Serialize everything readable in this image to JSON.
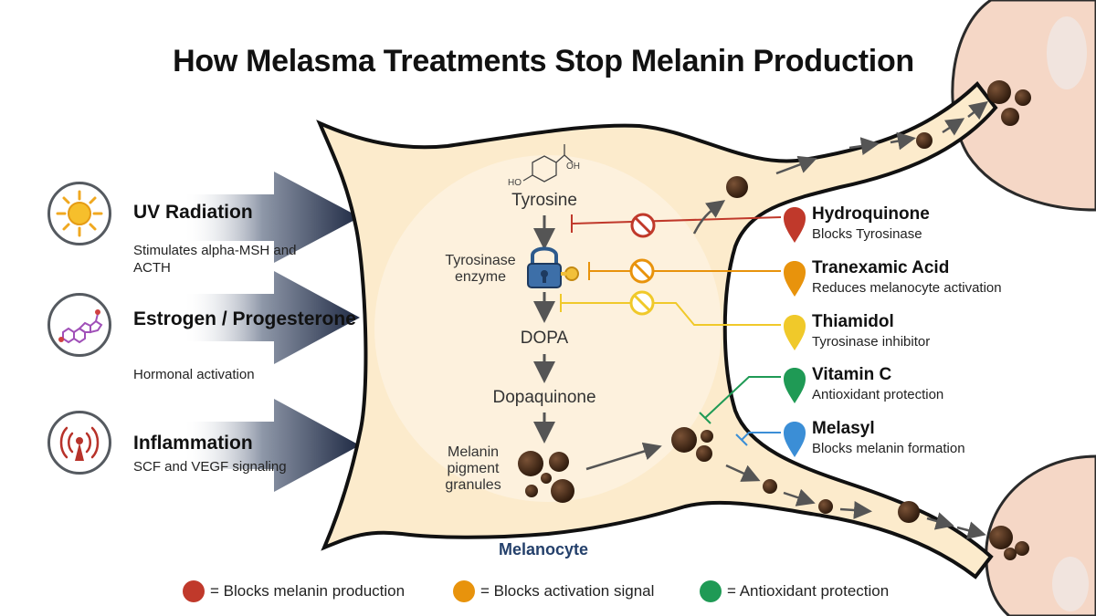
{
  "title": "How Melasma Treatments Stop Melanin Production",
  "factors": [
    {
      "name": "UV Radiation",
      "description": "Stimulates alpha-MSH and ACTH",
      "icon": "sun-icon"
    },
    {
      "name": "Estrogen / Progesterone",
      "description": "Hormonal activation",
      "icon": "hormone-molecule-icon"
    },
    {
      "name": "Inflammation",
      "description": "SCF and VEGF signaling",
      "icon": "signal-tower-icon"
    }
  ],
  "pathway": {
    "molecule_labels": {
      "hydroxyl": "HO",
      "acid": "OH"
    },
    "tyrosine": "Tyrosine",
    "enzyme": "Tyrosinase enzyme",
    "dopa": "DOPA",
    "dopaquinone": "Dopaquinone",
    "granules": "Melanin pigment granules"
  },
  "cell_label": "Melanocyte",
  "treatments": [
    {
      "name": "Hydroquinone",
      "description": "Blocks Tyrosinase",
      "color": "#c0392b"
    },
    {
      "name": "Tranexamic Acid",
      "description": "Reduces melanocyte activation",
      "color": "#e8930c"
    },
    {
      "name": "Thiamidol",
      "description": "Tyrosinase inhibitor",
      "color": "#f0c92a"
    },
    {
      "name": "Vitamin C",
      "description": "Antioxidant protection",
      "color": "#1f9a55"
    },
    {
      "name": "Melasyl",
      "description": "Blocks melanin formation",
      "color": "#3b8ed6"
    }
  ],
  "legend": [
    {
      "label": "= Blocks melanin production",
      "color": "#c0392b"
    },
    {
      "label": "= Blocks activation signal",
      "color": "#e8930c"
    },
    {
      "label": "= Antioxidant protection",
      "color": "#1f9a55"
    }
  ],
  "colors": {
    "cell_fill": "#fcebcc",
    "cell_outline": "#111111",
    "arrow_dark": "#1f2a44",
    "granule": "#3a2414",
    "neighbor_cell": "#f5d7c6"
  }
}
